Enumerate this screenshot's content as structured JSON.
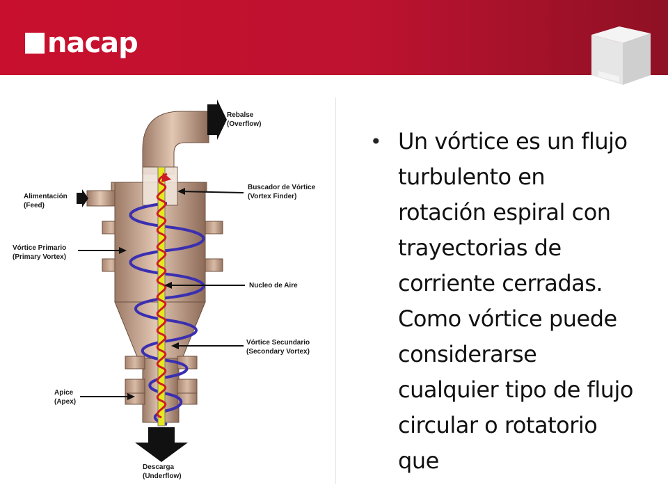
{
  "header": {
    "logo_text": "nacap",
    "colors": {
      "banner": "#c8102e",
      "banner_dark": "#8f1124"
    },
    "cube_icon": "cube-icon"
  },
  "diagram": {
    "labels": {
      "rebalse": "Rebalse",
      "overflow": "(Overflow)",
      "alimentacion": "Alimentación",
      "feed": "(Feed)",
      "buscador": "Buscador de Vórtice",
      "vortex_finder": "(Vortex Finder)",
      "vortice_primario": "Vórtice Primario",
      "primary_vortex": "(Primary Vortex)",
      "nucleo": "Nucleo de Aire",
      "vortice_secundario": "Vórtice Secundario",
      "secondary_vortex": "(Secondary Vortex)",
      "apice": "Apice",
      "apex": "(Apex)",
      "descarga": "Descarga",
      "underflow": "(Underflow)"
    },
    "colors": {
      "body": "#c9a58f",
      "primary_vortex": "#3b2fb0",
      "secondary_vortex": "#cc1d24",
      "air_core": "#e6e81e"
    }
  },
  "content": {
    "bullet": "Un vórtice es un flujo turbulento en rotación espiral con trayectorias de corriente cerradas. Como vórtice puede considerarse cualquier tipo de flujo circular o rotatorio que"
  }
}
